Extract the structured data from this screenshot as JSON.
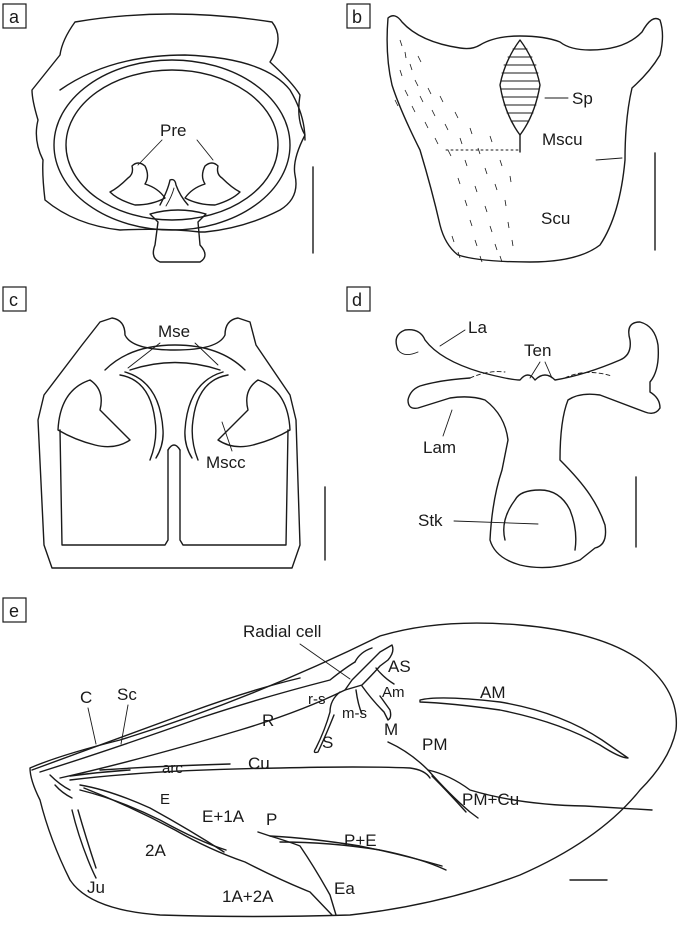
{
  "panels": {
    "a": {
      "letter": "a",
      "labels": {
        "pre": "Pre"
      }
    },
    "b": {
      "letter": "b",
      "labels": {
        "sp": "Sp",
        "mscu": "Mscu",
        "scu": "Scu"
      }
    },
    "c": {
      "letter": "c",
      "labels": {
        "mse": "Mse",
        "mscc": "Mscc"
      }
    },
    "d": {
      "letter": "d",
      "labels": {
        "la": "La",
        "ten": "Ten",
        "lam": "Lam",
        "stk": "Stk"
      }
    },
    "e": {
      "letter": "e",
      "labels": {
        "radial_cell": "Radial cell",
        "as": "AS",
        "am_small": "Am",
        "am": "AM",
        "c": "C",
        "sc": "Sc",
        "r": "R",
        "r_s": "r-s",
        "m_s": "m-s",
        "s": "S",
        "m": "M",
        "pm": "PM",
        "arc": "arc",
        "cu": "Cu",
        "pm_cu": "PM+Cu",
        "e": "E",
        "e_1a": "E+1A",
        "p": "P",
        "p_e": "P+E",
        "a2": "2A",
        "ju": "Ju",
        "a1_a2": "1A+2A",
        "ea": "Ea"
      }
    }
  }
}
